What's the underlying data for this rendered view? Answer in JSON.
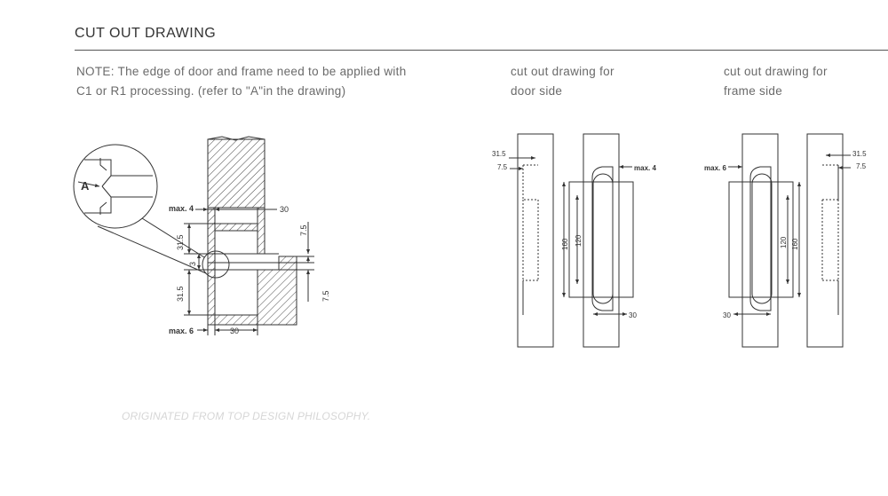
{
  "header": {
    "title": "CUT OUT DRAWING"
  },
  "note": {
    "line1": "NOTE: The edge of door and frame need to be applied with",
    "line2": "C1 or R1 processing. (refer to \"A\"in the drawing)"
  },
  "door_caption": {
    "line1": "cut out drawing for",
    "line2": "door side"
  },
  "frame_caption": {
    "line1": "cut out drawing for",
    "line2": "frame side"
  },
  "footer": {
    "text": "ORIGINATED FROM TOP DESIGN PHILOSOPHY."
  },
  "dimensions": {
    "detail_label": "A",
    "max4": "max. 4",
    "max6": "max. 6",
    "d30": "30",
    "d31_5": "31.5",
    "d7_5": "7.5",
    "d3": "3",
    "d160": "160",
    "d120": "120"
  }
}
